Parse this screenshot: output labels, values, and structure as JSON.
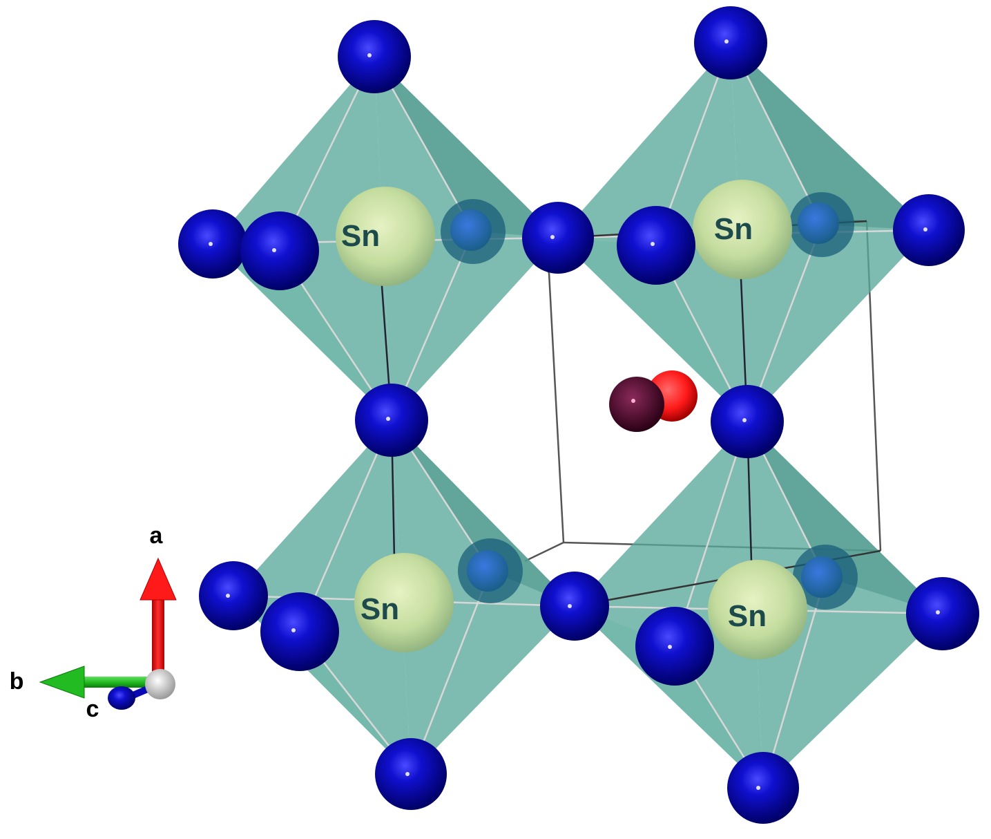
{
  "structure": {
    "atom_labels": {
      "sn_top_left": "Sn",
      "sn_top_right": "Sn",
      "sn_bottom_left": "Sn",
      "sn_bottom_right": "Sn"
    },
    "colors": {
      "octahedron_fill": "#5aa89a",
      "anion": "#0a0ab4",
      "anion_shade": "#000060",
      "tin": "#c8dea0",
      "tin_shade": "#7fa873",
      "cation_dark": "#4a0a2a",
      "cation_red": "#ff2020",
      "cell_edge": "#555555",
      "polyhedron_edge": "#d8d8d8"
    }
  },
  "axes": {
    "a_label": "a",
    "b_label": "b",
    "c_label": "c",
    "a_color": "#ff1a1a",
    "b_color": "#22bb22",
    "c_color": "#0a0ab4"
  }
}
